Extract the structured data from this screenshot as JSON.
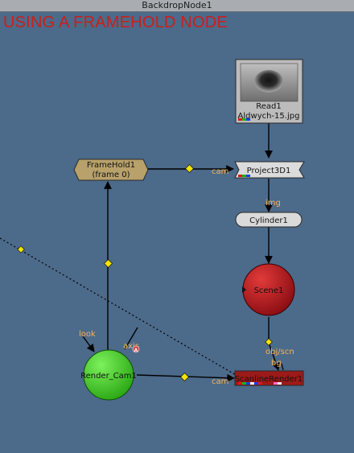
{
  "window": {
    "title": "BackdropNode1"
  },
  "backdrop": {
    "label": "USING A FRAMEHOLD NODE"
  },
  "nodes": {
    "read": {
      "name": "Read1",
      "file": "Aldwych-15.jpg"
    },
    "framehold": {
      "name": "FrameHold1",
      "detail": "(frame 0)"
    },
    "project3d": {
      "name": "Project3D1"
    },
    "cylinder": {
      "name": "Cylinder1"
    },
    "scene": {
      "name": "Scene1"
    },
    "render_cam": {
      "name": "Render_Cam1"
    },
    "scanline": {
      "name": "ScanlineRender1"
    }
  },
  "edge_labels": {
    "project_cam": "cam",
    "project_img": "img",
    "scanline_obj": "obj/scn",
    "scanline_bg": "bg",
    "scanline_cam": "cam",
    "cam_look": "look",
    "cam_axis": "axis",
    "axis_badge": "A"
  },
  "colors": {
    "background": "#4c6a8a",
    "backdrop_label": "#c8201c",
    "framehold": "#b8a16a",
    "scene": "#b3141c",
    "camera": "#38c81e",
    "scanline": "#9c1a18",
    "edge": "#000000",
    "dot": "#f5e400",
    "edge_label": "#f3b35a"
  }
}
